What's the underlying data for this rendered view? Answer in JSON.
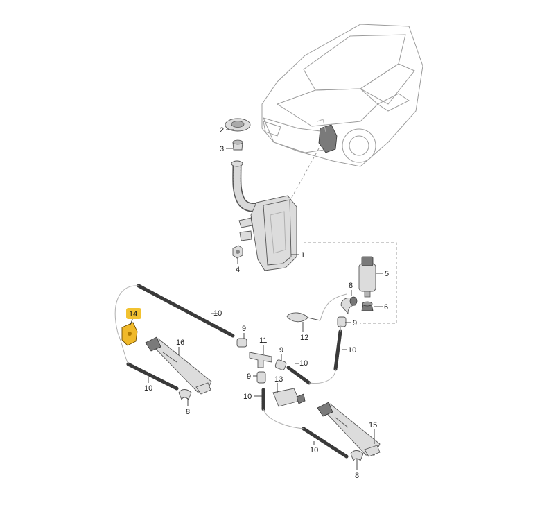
{
  "diagram": {
    "labels": {
      "p1": "1",
      "p2": "2",
      "p3": "3",
      "p4": "4",
      "p5": "5",
      "p6": "6",
      "p8_top": "8",
      "p8_left": "8",
      "p8_bottom": "8",
      "p9_right": "9",
      "p9_a": "9",
      "p9_b": "9",
      "p9_c": "9",
      "p10_top": "10",
      "p10_left": "10",
      "p10_mid": "10",
      "p10_right": "10",
      "p10_lower": "10",
      "p10_bottom": "10",
      "p11": "11",
      "p12": "12",
      "p13": "13",
      "p14": "14",
      "p15": "15",
      "p16": "16"
    },
    "colors": {
      "highlight_badge": "#f2c230",
      "highlight_part": "#f0b92a",
      "line": "#333333",
      "dashed_guide": "#9a9a9a",
      "car_outline": "#9c9c9c"
    }
  }
}
